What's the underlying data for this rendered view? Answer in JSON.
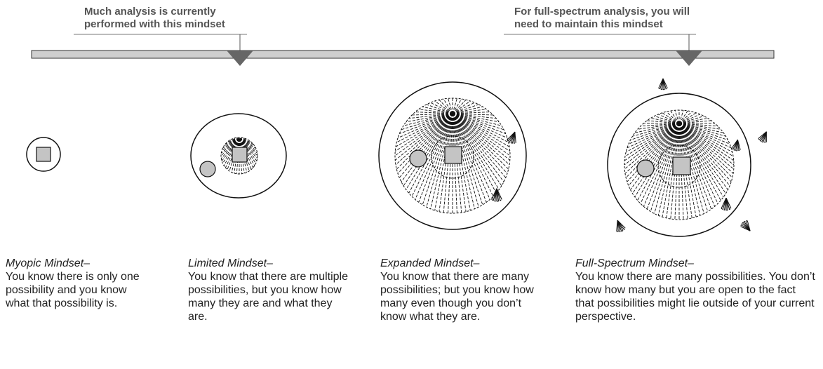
{
  "callouts": {
    "left": {
      "line1": "Much analysis is currently",
      "line2": "performed with this mindset"
    },
    "right": {
      "line1": "For full-spectrum analysis, you will",
      "line2": "need to maintain this mindset"
    }
  },
  "captions": [
    {
      "title": "Myopic Mindset–",
      "text": "You know there is only one possibility and you know what that possibility is."
    },
    {
      "title": "Limited Mindset–",
      "text": "You know that there are multiple possibilities, but you know how many they are and what they are."
    },
    {
      "title": "Expanded Mindset–",
      "text": "You know that there are many possibilities; but you know how many even though you don’t know what they are."
    },
    {
      "title": "Full-Spectrum Mindset–",
      "text": "You know there are many possibilities. You don’t know how many but you are open to the fact that possibilities might lie outside of your current perspective."
    }
  ],
  "colors": {
    "bar_fill": "#cfcfcf",
    "marker_fill": "#666666",
    "shape_fill": "#c4c4c4",
    "stroke": "#111111",
    "callout_text": "#555555"
  }
}
